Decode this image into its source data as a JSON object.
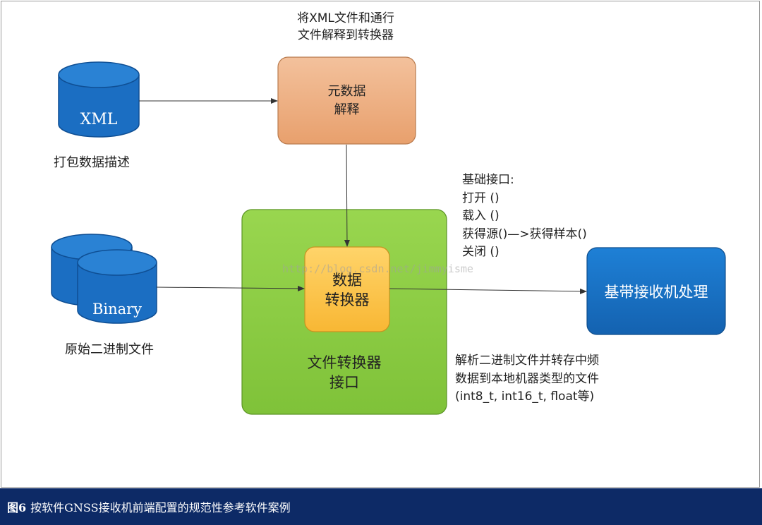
{
  "diagram": {
    "top_annotation": [
      "将XML文件和通行",
      "文件解释到转换器"
    ],
    "xml_db": {
      "label": "XML",
      "caption": "打包数据描述"
    },
    "binary_db": {
      "label": "Binary",
      "caption": "原始二进制文件"
    },
    "metadata_box": {
      "lines": [
        "元数据",
        "解释"
      ]
    },
    "converter_interface": {
      "lines": [
        "文件转换器",
        "接口"
      ]
    },
    "data_converter": {
      "lines": [
        "数据",
        "转换器"
      ]
    },
    "baseband_box": {
      "label": "基带接收机处理"
    },
    "basic_interface": {
      "lines": [
        "基础接口:",
        "打开 ()",
        "载入 ()",
        "获得源()—>获得样本()",
        "关闭 ()"
      ]
    },
    "parse_note": {
      "lines": [
        "解析二进制文件并转存中频",
        "数据到本地机器类型的文件",
        "(int8_t, int16_t, float等)"
      ]
    },
    "watermark": "http://blog.csdn.net/jimmyisme"
  },
  "caption": {
    "figure_label": "图6",
    "text": "按软件GNSS接收机前端配置的规范性参考软件案例"
  },
  "colors": {
    "db_blue": "#1b6ec2",
    "metadata_orange": "#eeae80",
    "container_green": "#8fce45",
    "converter_yellow": "#ffc74a",
    "baseband_blue": "#1c73c7",
    "caption_bg": "#0d2a66"
  }
}
